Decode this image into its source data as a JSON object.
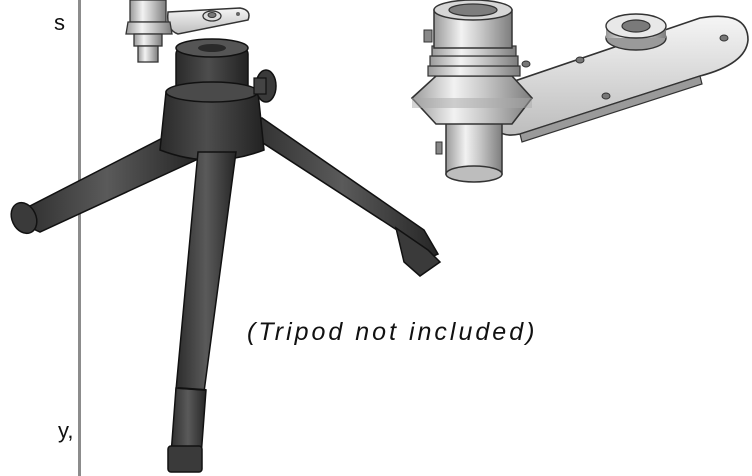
{
  "left_column": {
    "fragment_top": "s",
    "fragment_bottom": "y,"
  },
  "figure": {
    "caption": "(Tripod not included)"
  }
}
